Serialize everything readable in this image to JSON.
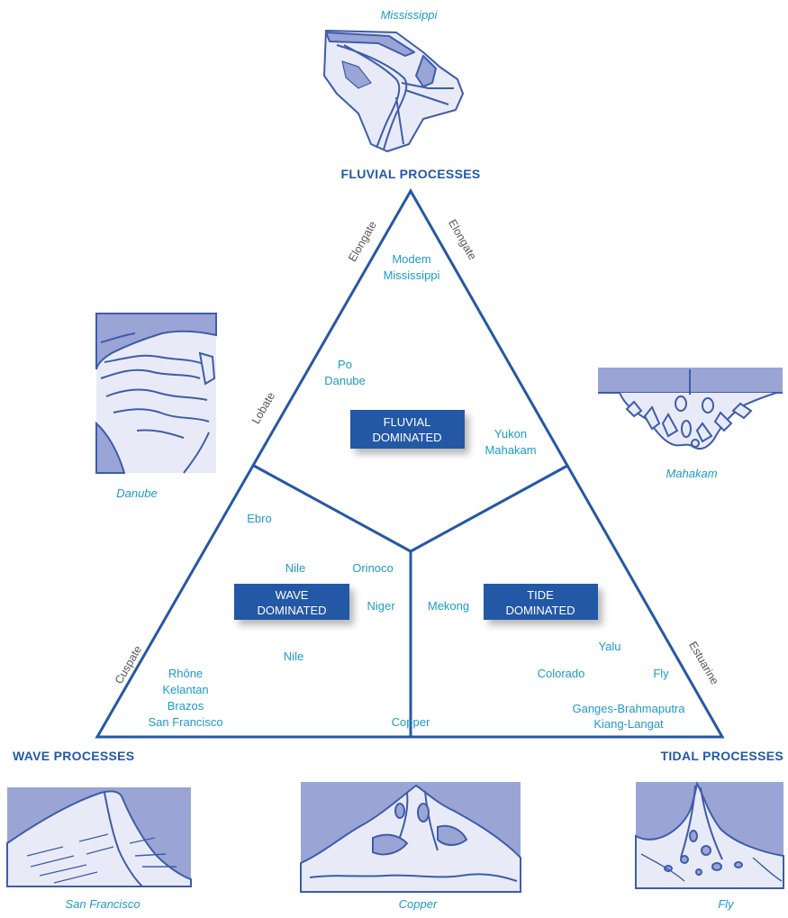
{
  "processes": {
    "fluvial": "FLUVIAL PROCESSES",
    "wave": "WAVE PROCESSES",
    "tidal": "TIDAL PROCESSES"
  },
  "edge_labels": {
    "elongate_left": "Elongate",
    "elongate_right": "Elongate",
    "lobate": "Lobate",
    "cuspate": "Cuspate",
    "estuarine": "Estuarine"
  },
  "fields": {
    "fluvial": [
      "FLUVIAL",
      "DOMINATED"
    ],
    "wave": [
      "WAVE",
      "DOMINATED"
    ],
    "tide": [
      "TIDE",
      "DOMINATED"
    ]
  },
  "deltas": {
    "modern_mississippi": [
      "Modem",
      "Mississippi"
    ],
    "po_danube": [
      "Po",
      "Danube"
    ],
    "yukon_mahakam": [
      "Yukon",
      "Mahakam"
    ],
    "ebro": "Ebro",
    "nile_upper": "Nile",
    "orinoco": "Orinoco",
    "niger": "Niger",
    "nile_lower": "Nile",
    "wave_group": [
      "Rhône",
      "Kelantan",
      "Brazos",
      "San Francisco"
    ],
    "copper": "Copper",
    "mekong": "Mekong",
    "yalu": "Yalu",
    "colorado": "Colorado",
    "fly": "Fly",
    "ganges_group": [
      "Ganges-Brahmaputra",
      "Kiang-Langat"
    ]
  },
  "map_captions": {
    "mississippi": "Mississippi",
    "danube": "Danube",
    "mahakam": "Mahakam",
    "san_francisco": "San Francisco",
    "copper": "Copper",
    "fly": "Fly"
  },
  "colors": {
    "triangle": "#2458a6",
    "box": "#2458a6",
    "delta_text": "#1e9ac8",
    "map_water": "#9aa5d6",
    "map_land": "#e8ebf7",
    "map_line": "#3e5cab"
  }
}
